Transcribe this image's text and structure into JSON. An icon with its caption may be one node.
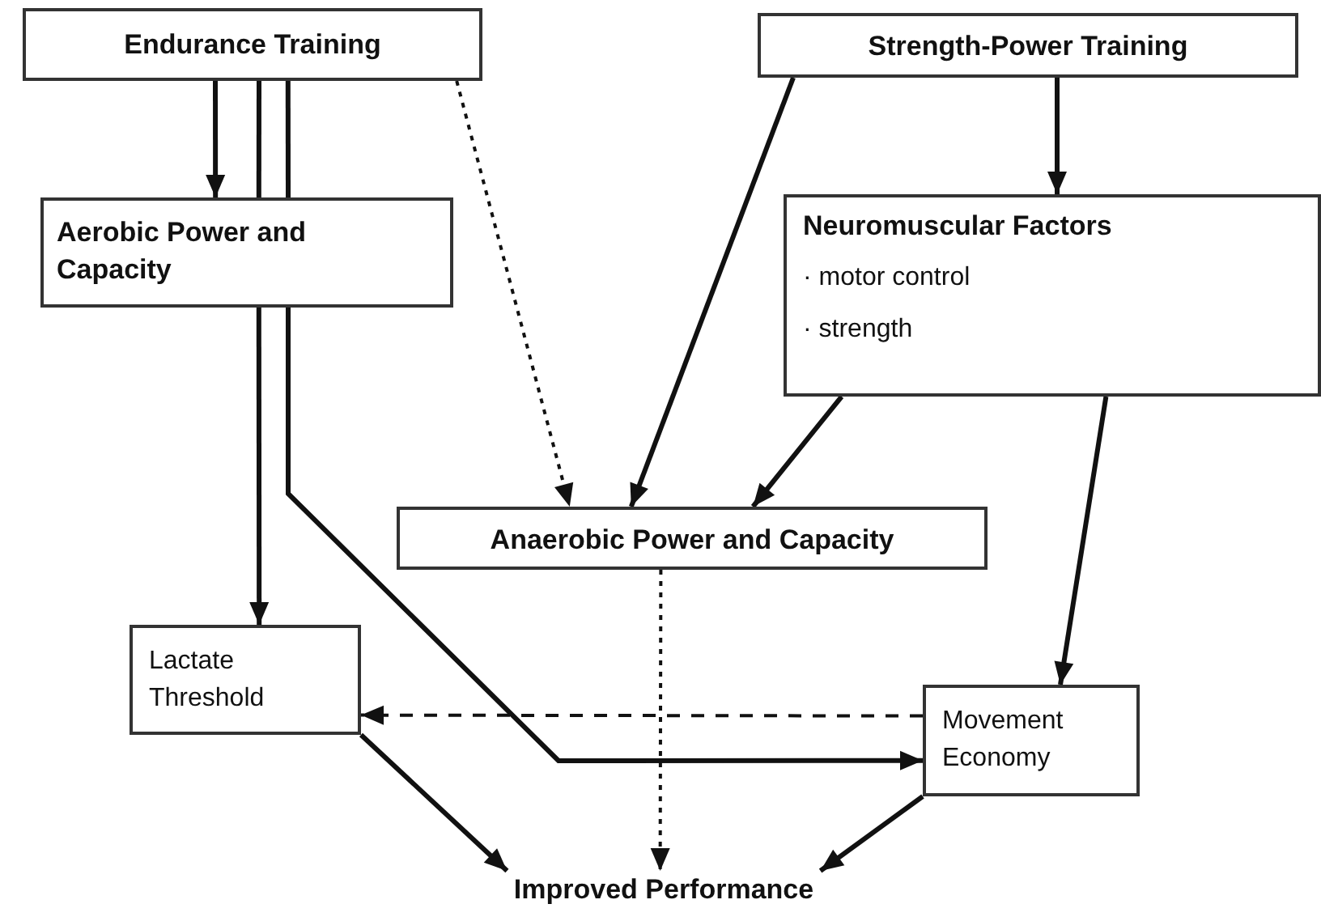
{
  "diagram": {
    "nodes": [
      {
        "text": [
          "Endurance Training"
        ]
      },
      {
        "text": [
          "Strength-Power Training"
        ]
      },
      {
        "text": [
          "Aerobic Power and Capacity"
        ]
      },
      {
        "text": [
          "Neuromuscular Factors",
          "· motor control",
          "· strength"
        ]
      },
      {
        "text": [
          "Anaerobic Power and Capacity"
        ]
      },
      {
        "text": [
          "Lactate Threshold"
        ]
      },
      {
        "text": [
          "Movement Economy"
        ]
      },
      {
        "text": [
          "Improved Performance"
        ]
      }
    ],
    "edges": [
      {
        "from": 0,
        "to": 2,
        "arrow": "to"
      },
      {
        "from": 2,
        "to": 5,
        "arrow": "to"
      },
      {
        "from": 2,
        "to": 6,
        "arrow": "to"
      },
      {
        "from": 0,
        "to": 4,
        "arrow": "to",
        "style": "dashed"
      },
      {
        "from": 1,
        "to": 3,
        "arrow": "to"
      },
      {
        "from": 1,
        "to": 4,
        "arrow": "to"
      },
      {
        "from": 3,
        "to": 4,
        "arrow": "to"
      },
      {
        "from": 3,
        "to": 6,
        "arrow": "to"
      },
      {
        "from": 4,
        "to": 7,
        "arrow": "to",
        "style": "dashed"
      },
      {
        "from": 6,
        "to": 5,
        "arrow": "to",
        "style": "dashed"
      },
      {
        "from": 5,
        "to": 7,
        "arrow": "to"
      },
      {
        "from": 6,
        "to": 7,
        "arrow": "to"
      },
      {
        "from": 0,
        "to": 2,
        "arrow": "none"
      },
      {
        "from": 0,
        "to": 2,
        "arrow": "none"
      }
    ]
  }
}
